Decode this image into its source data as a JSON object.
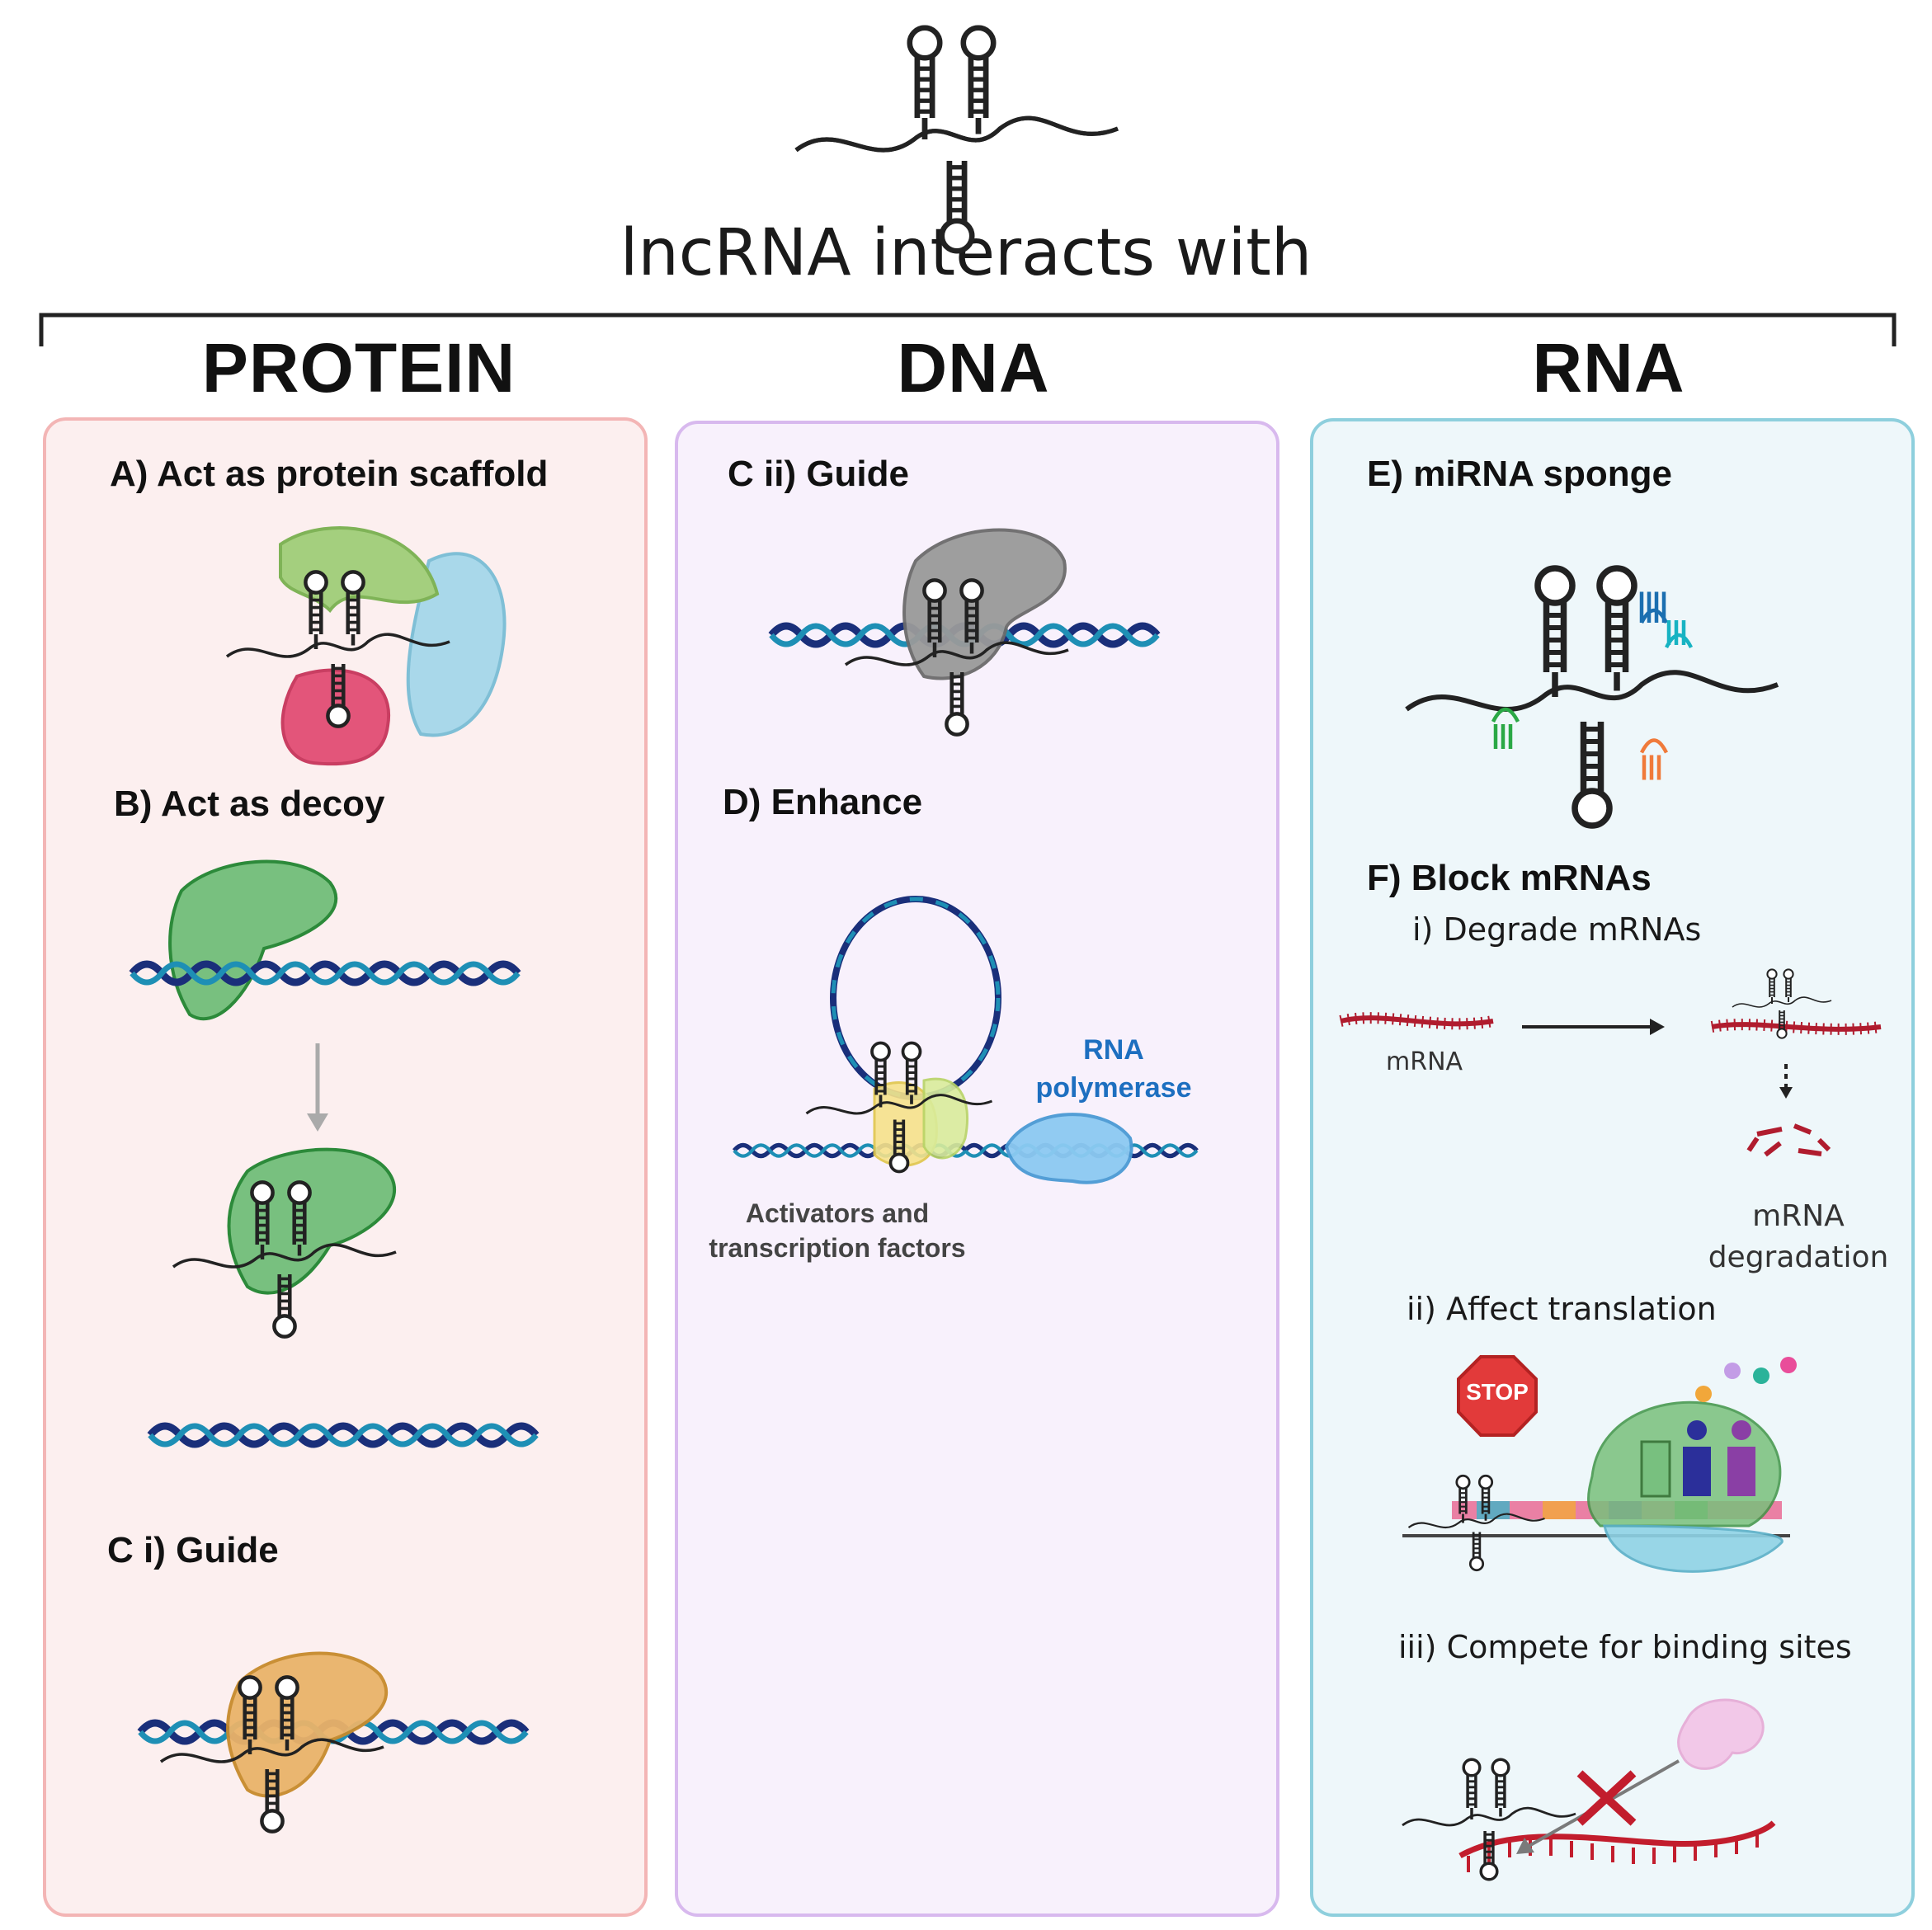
{
  "title": "lncRNA interacts with",
  "columns": [
    {
      "heading": "PROTEIN"
    },
    {
      "heading": "DNA"
    },
    {
      "heading": "RNA"
    }
  ],
  "protein": {
    "a_scaffold": "A) Act as protein scaffold",
    "b_decoy": "B) Act as decoy",
    "ci_guide": "C i) Guide"
  },
  "dna": {
    "cii_guide": "C ii) Guide",
    "d_enhance": "D) Enhance",
    "activators_line1": "Activators and",
    "activators_line2": "transcription factors",
    "polymerase_line1": "RNA",
    "polymerase_line2": "polymerase"
  },
  "rna": {
    "e_sponge": "E) miRNA sponge",
    "f_block": "F) Block mRNAs",
    "fi_degrade": "i) Degrade mRNAs",
    "mrna_label": "mRNA",
    "degradation_line1": "mRNA",
    "degradation_line2": "degradation",
    "fii_translation": "ii) Affect translation",
    "stop_sign": "STOP",
    "fiii_compete": "iii) Compete for binding sites"
  },
  "colors": {
    "protein_panel": "#fcefef",
    "dna_panel": "#f8f1fc",
    "rna_panel": "#eef7fa",
    "dna_strand_dark": "#1a2f7a",
    "dna_strand_light": "#1e8fb5",
    "mrna": "#b01c2e",
    "polymerase_text": "#1d6fc0"
  }
}
